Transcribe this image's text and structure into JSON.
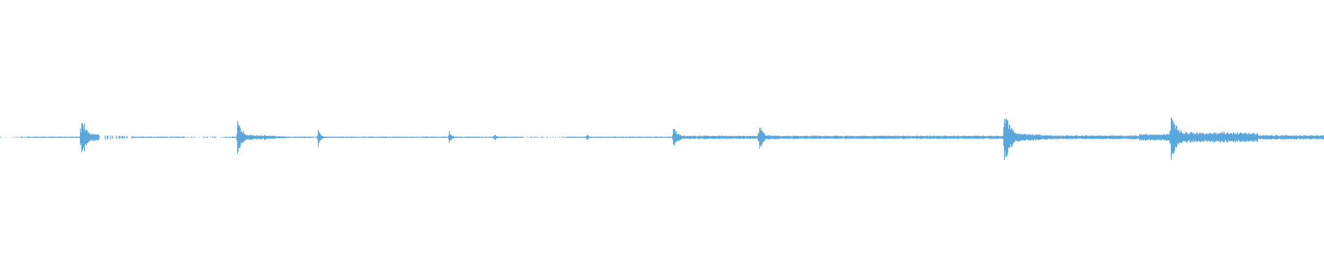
{
  "waveform": {
    "color": "#5aa7de",
    "background": "#ffffff",
    "baseline_level": 0.012,
    "dropouts": [
      [
        0.0,
        0.02
      ],
      [
        0.075,
        0.1
      ],
      [
        0.14,
        0.175
      ],
      [
        0.395,
        0.43
      ]
    ],
    "transients": [
      {
        "time": 0.061,
        "amplitude": 0.44,
        "decay": 0.004,
        "tail": 0.05
      },
      {
        "time": 0.179,
        "amplitude": 0.34,
        "decay": 0.004,
        "tail": 0.05
      },
      {
        "time": 0.199,
        "amplitude": 0.08,
        "decay": 0.003,
        "tail": 0.01
      },
      {
        "time": 0.24,
        "amplitude": 0.16,
        "decay": 0.002,
        "tail": 0.01
      },
      {
        "time": 0.339,
        "amplitude": 0.12,
        "decay": 0.002,
        "tail": 0.01
      },
      {
        "time": 0.373,
        "amplitude": 0.09,
        "decay": 0.0015,
        "tail": 0.0
      },
      {
        "time": 0.443,
        "amplitude": 0.08,
        "decay": 0.0015,
        "tail": 0.0
      },
      {
        "time": 0.508,
        "amplitude": 0.2,
        "decay": 0.004,
        "tail": 0.04
      },
      {
        "time": 0.573,
        "amplitude": 0.28,
        "decay": 0.003,
        "tail": 0.04
      },
      {
        "time": 0.758,
        "amplitude": 0.56,
        "decay": 0.005,
        "tail": 0.06
      },
      {
        "time": 0.884,
        "amplitude": 0.44,
        "decay": 0.006,
        "tail": 0.12
      }
    ],
    "noise_segments": [
      {
        "start": 0.508,
        "end": 0.76,
        "level": 0.03
      },
      {
        "start": 0.76,
        "end": 0.86,
        "level": 0.035
      },
      {
        "start": 0.86,
        "end": 0.884,
        "level": 0.06
      },
      {
        "start": 0.884,
        "end": 0.95,
        "level": 0.09
      },
      {
        "start": 0.95,
        "end": 1.0,
        "level": 0.04
      }
    ]
  }
}
